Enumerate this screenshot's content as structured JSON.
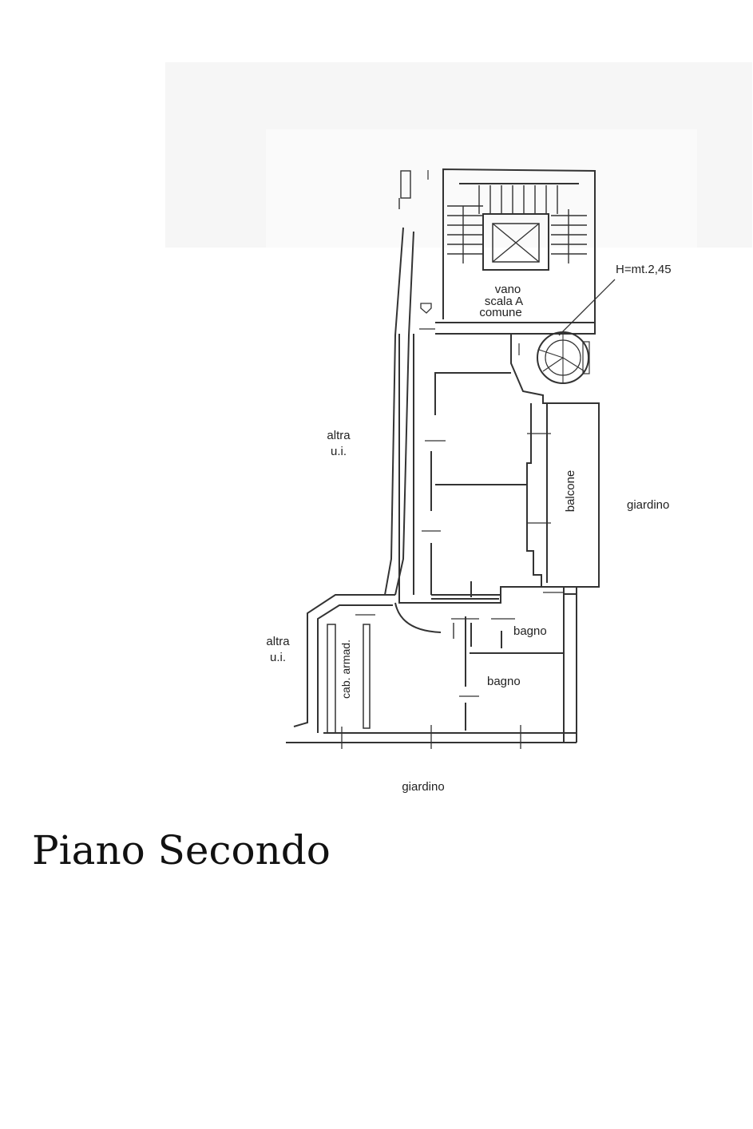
{
  "plan": {
    "labels": {
      "stair": [
        "vano",
        "scala A",
        "comune"
      ],
      "height_note": "H=mt.2,45",
      "altra_top": [
        "altra",
        "u.i."
      ],
      "altra_bottom": [
        "altra",
        "u.i."
      ],
      "giardino_right": "giardino",
      "giardino_bottom": "giardino",
      "balcone": "balcone",
      "bagno_1": "bagno",
      "bagno_2": "bagno",
      "cab_armad": "cab. armad."
    }
  },
  "caption": {
    "title": "Piano Secondo"
  }
}
